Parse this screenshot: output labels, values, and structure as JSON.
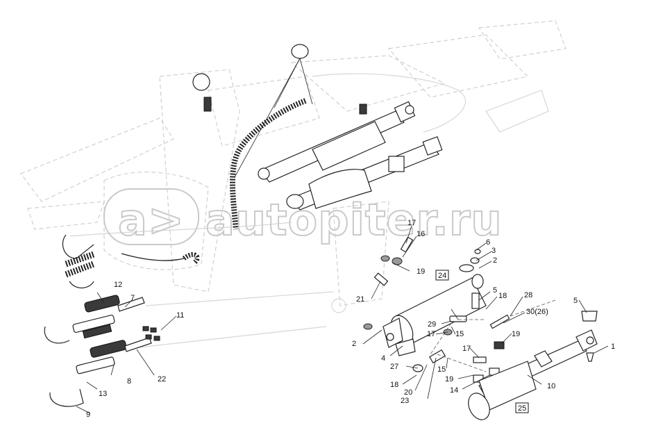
{
  "watermark": {
    "text": "autopiter.ru",
    "logo_mark": "a>"
  },
  "callouts": {
    "n1": "1",
    "n2a": "2",
    "n2b": "2",
    "n3": "3",
    "n4": "4",
    "n5a": "5",
    "n5b": "5",
    "n6": "6",
    "n7": "7",
    "n8": "8",
    "n9": "9",
    "n10": "10",
    "n11": "11",
    "n12": "12",
    "n13": "13",
    "n14": "14",
    "n15a": "15",
    "n15b": "15",
    "n16": "16",
    "n17a": "17",
    "n17b": "17",
    "n17c": "17",
    "n18a": "18",
    "n18b": "18",
    "n19a": "19",
    "n19b": "19",
    "n19c": "19",
    "n20": "20",
    "n21": "21",
    "n22": "22",
    "n23": "23",
    "n27": "27",
    "n28": "28",
    "n29": "29",
    "n30": "30(26)"
  },
  "boxed_labels": {
    "b24": "24",
    "b25": "25"
  },
  "colors": {
    "line": "#222222",
    "ghost": "#cfcfcf",
    "watermark": "#c9c9c9"
  }
}
